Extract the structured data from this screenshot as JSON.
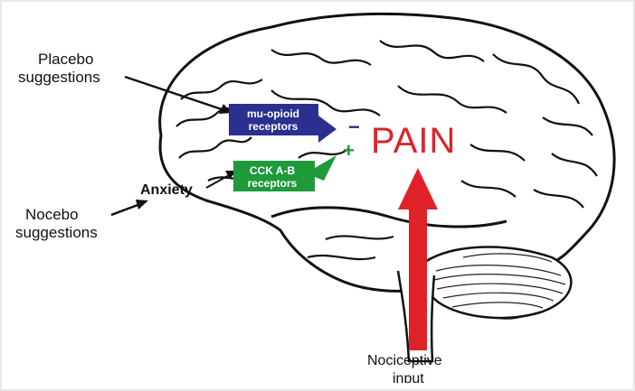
{
  "labels": {
    "placebo_line1": "Placebo",
    "placebo_line2": "suggestions",
    "nocebo_line1": "Nocebo",
    "nocebo_line2": "suggestions",
    "anxiety": "Anxiety",
    "nociceptive_line1": "Nociceptive",
    "nociceptive_line2": "input",
    "pain": "PAIN",
    "minus": "−",
    "plus": "+"
  },
  "boxes": {
    "mu_opioid_line1": "mu-opioid",
    "mu_opioid_line2": "receptors",
    "cck_line1": "CCK A-B",
    "cck_line2": "receptors"
  },
  "colors": {
    "mu_box": "#2b2f8f",
    "cck_box": "#1f9a3b",
    "pain": "#d8262b",
    "minus": "#2b2f8f",
    "plus": "#1f9a3b",
    "input_arrow": "#e02228"
  }
}
